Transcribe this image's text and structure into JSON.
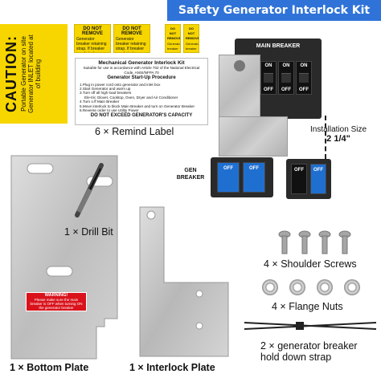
{
  "banner": {
    "title": "Safety Generator Interlock Kit"
  },
  "caution_label": {
    "heading": "CAUTION:",
    "line1": "Portable Generator on site",
    "line2": "Generator INLET located at",
    "line3": "of building"
  },
  "small_labels": [
    {
      "title": "DO NOT REMOVE",
      "text": "Generator breaker retaining strap. If breaker needs to be moved, retaining strap must be re-installed."
    },
    {
      "title": "DO NOT REMOVE",
      "text": "Generator breaker retaining strap. If breaker needs to be moved, retaining strap must be re-installed."
    },
    {
      "title": "DO NOT REMOVE",
      "text": "Generator breaker retaining strap"
    },
    {
      "title": "DO NOT REMOVE",
      "text": "Generator breaker retaining strap"
    }
  ],
  "instruction_label": {
    "title": "Mechanical Generator Interlock Kit",
    "subtitle": "Suitable for use in accordance with Article 702 of the National Electrical Code, ANSI/NFPA 70",
    "procedure_title": "Generator Start-Up Procedure",
    "steps": [
      "1.Plug in power cord onto generator and inlet box",
      "2.Start Generator and warm up",
      "3.Turn off all high load breakers",
      "Ele-tric Glovet, Cooktop, Oven, Dryer and Air Conditioner",
      "4.Turn o.ff Main Breaker",
      "5.Move interlock to block Main Breaker and turn on Generator Breaker",
      "6.Reverse order to use Utility Power"
    ],
    "footer": "DO NOT EXCEED GENERATOR'S CAPACITY"
  },
  "captions": {
    "remind_label": "6 × Remind Label",
    "drill_bit": "1 × Drill Bit",
    "bottom_plate": "1 × Bottom Plate",
    "interlock_plate": "1 × Interlock Plate",
    "shoulder_screws": "4 × Shoulder Screws",
    "flange_nuts": "4 × Flange Nuts",
    "strap_line1": "2 × generator breaker",
    "strap_line2": "hold down strap"
  },
  "panel": {
    "main_breaker": "MAIN BREAKER",
    "gen_breaker_line1": "GEN",
    "gen_breaker_line2": "BREAKER",
    "install_size_label": "Installation Size",
    "install_size_value": "2 1/4\"",
    "on": "ON",
    "off": "OFF"
  },
  "warning_sticker": {
    "title": "WARNING!",
    "text": "Please make sure the main breaker is OFF when turning ON the generator breaker"
  },
  "colors": {
    "banner": "#2f73d8",
    "caution": "#f7d600",
    "warning": "#d9121b",
    "switch_blue": "#1f6fd1"
  }
}
